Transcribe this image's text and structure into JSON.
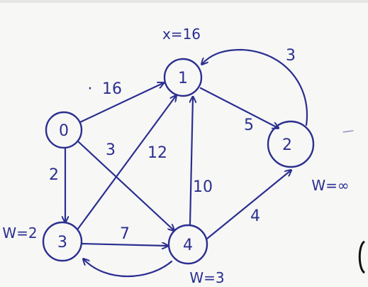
{
  "colors": {
    "ink": "#2b2f8f",
    "paper": "#f7f7f6"
  },
  "nodes": [
    {
      "id": "0",
      "label": "0"
    },
    {
      "id": "1",
      "label": "1"
    },
    {
      "id": "2",
      "label": "2"
    },
    {
      "id": "3",
      "label": "3"
    },
    {
      "id": "4",
      "label": "4"
    }
  ],
  "node_annotations": {
    "n1": "x=16",
    "n2": "W=∞",
    "n3": "W=2",
    "n4": "W=3"
  },
  "edges": [
    {
      "from": "0",
      "to": "1",
      "weight": "16"
    },
    {
      "from": "0",
      "to": "4",
      "weight": "3"
    },
    {
      "from": "0",
      "to": "3",
      "weight": "2"
    },
    {
      "from": "1",
      "to": "2",
      "weight": "5"
    },
    {
      "from": "2",
      "to": "1",
      "weight": "3"
    },
    {
      "from": "3",
      "to": "1",
      "weight": "12"
    },
    {
      "from": "4",
      "to": "1",
      "weight": "10"
    },
    {
      "from": "3",
      "to": "4",
      "weight": "7"
    },
    {
      "from": "4",
      "to": "2",
      "weight": "4"
    },
    {
      "from": "4",
      "to": "3",
      "weight": ""
    }
  ]
}
